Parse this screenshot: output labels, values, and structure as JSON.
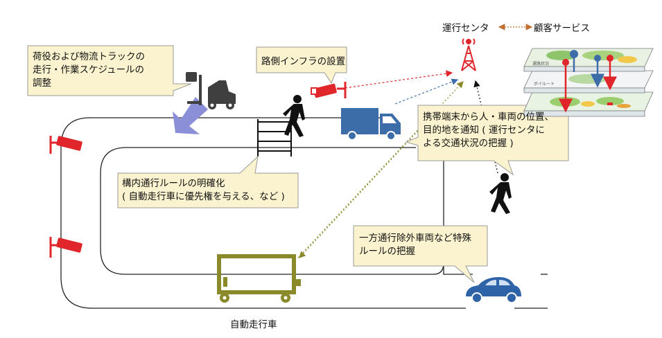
{
  "labels": {
    "operation_center": "運行センタ",
    "customer_service": "顧客サービス",
    "roadside_infra": "路側インフラの設置",
    "autonomous_vehicle": "自動走行車"
  },
  "callouts": {
    "cargo_schedule": [
      "荷役および物流トラックの",
      "走行・作業スケジュールの",
      "調整"
    ],
    "mobile_terminal": [
      "携帯端末から人・車両の位置、",
      "目的地を通知 ( 運行センタに",
      "よる交通状況の把握 )"
    ],
    "premises_rules": [
      "構内通行ルールの明確化",
      "( 自動走行車に優先権を与える、など )"
    ],
    "special_rules": [
      "一方通行除外車両など特殊",
      "ルールの把握"
    ]
  },
  "map_layers": {
    "middle": "ボイルート",
    "top": "運路状況"
  },
  "colors": {
    "callout_fill": "#fbf3cf",
    "camera_red": "#e0262b",
    "truck_blue": "#3c6da9",
    "vehicle_olive": "#8a8a2b",
    "car_blue": "#2f63a8",
    "forklift_gray": "#3f3f3f",
    "arrow_lavender": "#8a8fd8",
    "link_brown": "#c07030"
  }
}
